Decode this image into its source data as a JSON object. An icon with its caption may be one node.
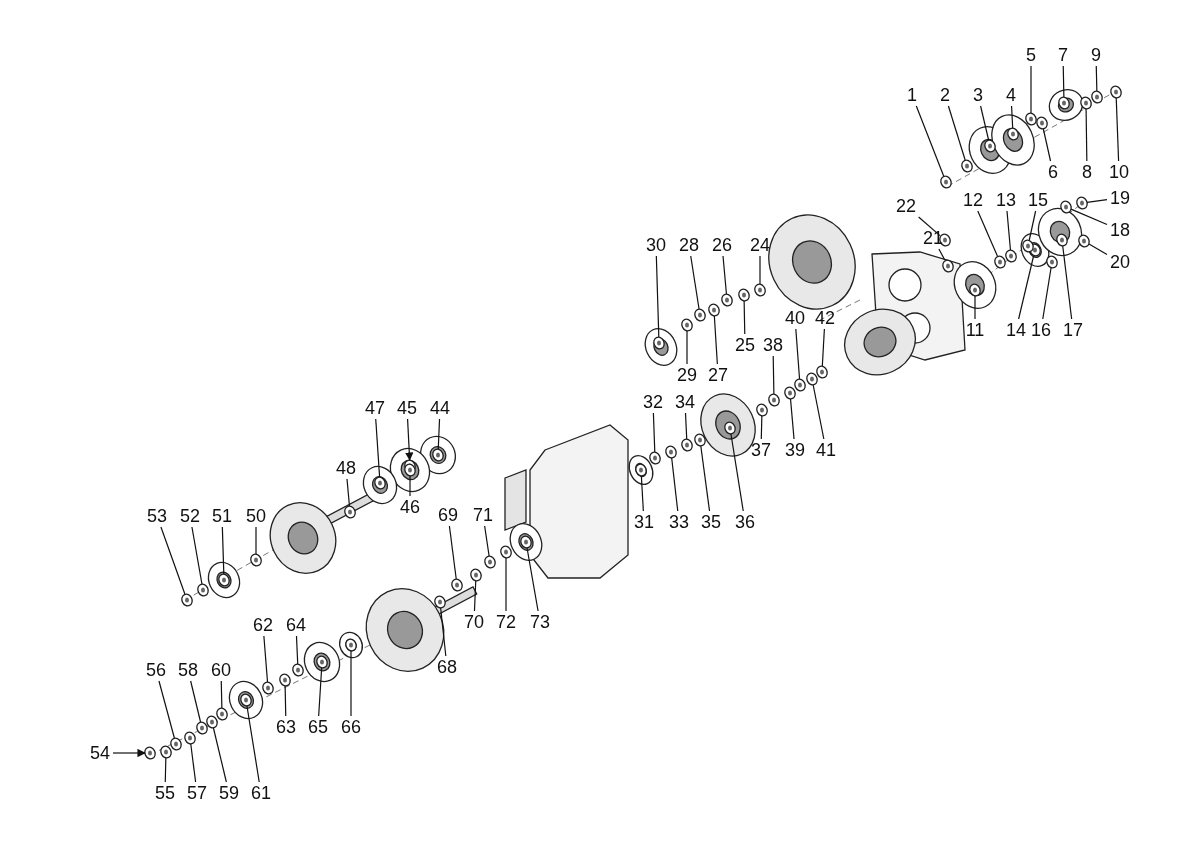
{
  "diagram": {
    "nodes": [
      {
        "text": [
          "1"
        ]
      },
      {
        "text": [
          "2"
        ]
      },
      {
        "text": [
          "3"
        ]
      },
      {
        "text": [
          "4"
        ]
      },
      {
        "text": [
          "5"
        ]
      },
      {
        "text": [
          "6"
        ]
      },
      {
        "text": [
          "7"
        ]
      },
      {
        "text": [
          "8"
        ]
      },
      {
        "text": [
          "9"
        ]
      },
      {
        "text": [
          "10"
        ]
      },
      {
        "text": [
          "11"
        ]
      },
      {
        "text": [
          "12"
        ]
      },
      {
        "text": [
          "13"
        ]
      },
      {
        "text": [
          "14"
        ]
      },
      {
        "text": [
          "15"
        ]
      },
      {
        "text": [
          "16"
        ]
      },
      {
        "text": [
          "17"
        ]
      },
      {
        "text": [
          "18"
        ]
      },
      {
        "text": [
          "19"
        ]
      },
      {
        "text": [
          "20"
        ]
      },
      {
        "text": [
          "21"
        ]
      },
      {
        "text": [
          "22"
        ]
      },
      {
        "text": [
          "24"
        ]
      },
      {
        "text": [
          "25"
        ]
      },
      {
        "text": [
          "26"
        ]
      },
      {
        "text": [
          "27"
        ]
      },
      {
        "text": [
          "28"
        ]
      },
      {
        "text": [
          "29"
        ]
      },
      {
        "text": [
          "30"
        ]
      },
      {
        "text": [
          "31"
        ]
      },
      {
        "text": [
          "32"
        ]
      },
      {
        "text": [
          "33"
        ]
      },
      {
        "text": [
          "34"
        ]
      },
      {
        "text": [
          "35"
        ]
      },
      {
        "text": [
          "36"
        ]
      },
      {
        "text": [
          "37"
        ]
      },
      {
        "text": [
          "38"
        ]
      },
      {
        "text": [
          "39"
        ]
      },
      {
        "text": [
          "40"
        ]
      },
      {
        "text": [
          "41"
        ]
      },
      {
        "text": [
          "42"
        ]
      },
      {
        "text": [
          "44"
        ]
      },
      {
        "text": [
          "45"
        ]
      },
      {
        "text": [
          "46"
        ]
      },
      {
        "text": [
          "47"
        ]
      },
      {
        "text": [
          "48"
        ]
      },
      {
        "text": [
          "50"
        ]
      },
      {
        "text": [
          "51"
        ]
      },
      {
        "text": [
          "52"
        ]
      },
      {
        "text": [
          "53"
        ]
      },
      {
        "text": [
          "54"
        ]
      },
      {
        "text": [
          "55"
        ]
      },
      {
        "text": [
          "56"
        ]
      },
      {
        "text": [
          "57"
        ]
      },
      {
        "text": [
          "58"
        ]
      },
      {
        "text": [
          "59"
        ]
      },
      {
        "text": [
          "60"
        ]
      },
      {
        "text": [
          "61"
        ]
      },
      {
        "text": [
          "62"
        ]
      },
      {
        "text": [
          "63"
        ]
      },
      {
        "text": [
          "64"
        ]
      },
      {
        "text": [
          "65"
        ]
      },
      {
        "text": [
          "66"
        ]
      },
      {
        "text": [
          "68"
        ]
      },
      {
        "text": [
          "69"
        ]
      },
      {
        "text": [
          "70"
        ]
      },
      {
        "text": [
          "71"
        ]
      },
      {
        "text": [
          "72"
        ]
      },
      {
        "text": [
          "73"
        ]
      },
      {
        "text": [],
        "shape": "picture"
      },
      {
        "text": [],
        "shape": "picture"
      },
      {
        "text": [],
        "shape": "picture"
      },
      {
        "text": [],
        "shape": "picture"
      },
      {
        "text": [],
        "shape": "picture"
      },
      {
        "text": [],
        "shape": "picture"
      },
      {
        "text": [],
        "shape": "picture"
      },
      {
        "text": [],
        "shape": "picture"
      },
      {
        "text": [],
        "shape": "picture"
      },
      {
        "text": [],
        "shape": "picture"
      },
      {
        "text": [],
        "shape": "picture"
      },
      {
        "text": [],
        "shape": "picture"
      },
      {
        "text": [],
        "shape": "picture"
      },
      {
        "text": [],
        "shape": "picture"
      },
      {
        "text": [],
        "shape": "picture"
      },
      {
        "text": [],
        "shape": "picture"
      },
      {
        "text": [],
        "shape": "picture"
      },
      {
        "text": [],
        "shape": "picture"
      },
      {
        "text": [],
        "shape": "picture"
      },
      {
        "text": [],
        "shape": "picture"
      },
      {
        "text": [],
        "shape": "picture"
      },
      {
        "text": [],
        "shape": "picture"
      },
      {
        "text": [],
        "shape": "picture"
      },
      {
        "text": [],
        "shape": "picture"
      },
      {
        "text": [],
        "shape": "picture"
      },
      {
        "text": [],
        "shape": "picture"
      },
      {
        "text": [],
        "shape": "picture"
      },
      {
        "text": [],
        "shape": "picture"
      },
      {
        "text": [],
        "shape": "picture"
      },
      {
        "text": [],
        "shape": "picture"
      },
      {
        "text": [],
        "shape": "picture"
      },
      {
        "text": [],
        "shape": "picture"
      },
      {
        "text": [],
        "shape": "picture"
      },
      {
        "text": [],
        "shape": "picture"
      },
      {
        "text": [],
        "shape": "picture"
      },
      {
        "text": [],
        "shape": "picture"
      },
      {
        "text": [],
        "shape": "picture"
      },
      {
        "text": [],
        "shape": "picture"
      },
      {
        "text": [],
        "shape": "picture"
      },
      {
        "text": [],
        "shape": "picture"
      },
      {
        "text": [],
        "shape": "picture"
      },
      {
        "text": [],
        "shape": "picture"
      },
      {
        "text": [],
        "shape": "picture"
      },
      {
        "text": [],
        "shape": "picture"
      },
      {
        "text": [],
        "shape": "picture"
      },
      {
        "text": [],
        "shape": "picture"
      },
      {
        "text": [],
        "shape": "picture"
      },
      {
        "text": [],
        "shape": "picture"
      },
      {
        "text": [],
        "shape": "picture"
      },
      {
        "text": [],
        "shape": "picture"
      },
      {
        "text": [],
        "shape": "picture"
      },
      {
        "text": [],
        "shape": "picture"
      },
      {
        "text": [],
        "shape": "picture"
      },
      {
        "text": [],
        "shape": "picture"
      },
      {
        "text": [],
        "shape": "picture"
      },
      {
        "text": [],
        "shape": "picture"
      },
      {
        "text": [],
        "shape": "picture"
      },
      {
        "text": [],
        "shape": "picture"
      },
      {
        "text": [],
        "shape": "picture"
      },
      {
        "text": [],
        "shape": "picture"
      },
      {
        "text": [],
        "shape": "picture"
      },
      {
        "text": [],
        "shape": "picture"
      },
      {
        "text": [],
        "shape": "picture"
      },
      {
        "text": [],
        "shape": "picture"
      },
      {
        "text": [],
        "shape": "picture"
      },
      {
        "text": [],
        "shape": "picture"
      },
      {
        "text": [],
        "shape": "picture"
      },
      {
        "text": [],
        "shape": "picture"
      },
      {
        "text": [],
        "shape": "picture"
      }
    ],
    "edges": [
      {
        "from": 0,
        "to": 69,
        "arrow": "none"
      },
      {
        "from": 1,
        "to": 70,
        "arrow": "none"
      },
      {
        "from": 2,
        "to": 71,
        "arrow": "none"
      },
      {
        "from": 3,
        "to": 72,
        "arrow": "none"
      },
      {
        "from": 4,
        "to": 73,
        "arrow": "none"
      },
      {
        "from": 5,
        "to": 74,
        "arrow": "none"
      },
      {
        "from": 6,
        "to": 75,
        "arrow": "none"
      },
      {
        "from": 7,
        "to": 76,
        "arrow": "none"
      },
      {
        "from": 8,
        "to": 77,
        "arrow": "none"
      },
      {
        "from": 9,
        "to": 78,
        "arrow": "none"
      },
      {
        "from": 10,
        "to": 79,
        "arrow": "none"
      },
      {
        "from": 11,
        "to": 80,
        "arrow": "none"
      },
      {
        "from": 12,
        "to": 81,
        "arrow": "none"
      },
      {
        "from": 13,
        "to": 82,
        "arrow": "none"
      },
      {
        "from": 14,
        "to": 83,
        "arrow": "none"
      },
      {
        "from": 15,
        "to": 84,
        "arrow": "none"
      },
      {
        "from": 16,
        "to": 85,
        "arrow": "none"
      },
      {
        "from": 17,
        "to": 86,
        "arrow": "none"
      },
      {
        "from": 18,
        "to": 87,
        "arrow": "none"
      },
      {
        "from": 19,
        "to": 88,
        "arrow": "none"
      },
      {
        "from": 20,
        "to": 89,
        "arrow": "none"
      },
      {
        "from": 21,
        "to": 90,
        "arrow": "none"
      },
      {
        "from": 22,
        "to": 91,
        "arrow": "none"
      },
      {
        "from": 23,
        "to": 92,
        "arrow": "none"
      },
      {
        "from": 24,
        "to": 93,
        "arrow": "none"
      },
      {
        "from": 25,
        "to": 94,
        "arrow": "none"
      },
      {
        "from": 26,
        "to": 95,
        "arrow": "none"
      },
      {
        "from": 27,
        "to": 96,
        "arrow": "none"
      },
      {
        "from": 28,
        "to": 97,
        "arrow": "none"
      },
      {
        "from": 29,
        "to": 98,
        "arrow": "none"
      },
      {
        "from": 30,
        "to": 99,
        "arrow": "none"
      },
      {
        "from": 31,
        "to": 100,
        "arrow": "none"
      },
      {
        "from": 32,
        "to": 101,
        "arrow": "none"
      },
      {
        "from": 33,
        "to": 102,
        "arrow": "none"
      },
      {
        "from": 34,
        "to": 103,
        "arrow": "none"
      },
      {
        "from": 35,
        "to": 104,
        "arrow": "none"
      },
      {
        "from": 36,
        "to": 105,
        "arrow": "none"
      },
      {
        "from": 37,
        "to": 106,
        "arrow": "none"
      },
      {
        "from": 38,
        "to": 107,
        "arrow": "none"
      },
      {
        "from": 39,
        "to": 108,
        "arrow": "none"
      },
      {
        "from": 40,
        "to": 109,
        "arrow": "none"
      },
      {
        "from": 41,
        "to": 110,
        "arrow": "none"
      },
      {
        "from": 42,
        "to": 111,
        "arrow": "to"
      },
      {
        "from": 43,
        "to": 112,
        "arrow": "none"
      },
      {
        "from": 44,
        "to": 113,
        "arrow": "none"
      },
      {
        "from": 45,
        "to": 114,
        "arrow": "none"
      },
      {
        "from": 46,
        "to": 115,
        "arrow": "none"
      },
      {
        "from": 47,
        "to": 116,
        "arrow": "none"
      },
      {
        "from": 48,
        "to": 117,
        "arrow": "none"
      },
      {
        "from": 49,
        "to": 118,
        "arrow": "none"
      },
      {
        "from": 50,
        "to": 119,
        "arrow": "to"
      },
      {
        "from": 51,
        "to": 120,
        "arrow": "none"
      },
      {
        "from": 52,
        "to": 121,
        "arrow": "none"
      },
      {
        "from": 53,
        "to": 122,
        "arrow": "none"
      },
      {
        "from": 54,
        "to": 123,
        "arrow": "none"
      },
      {
        "from": 55,
        "to": 124,
        "arrow": "none"
      },
      {
        "from": 56,
        "to": 125,
        "arrow": "none"
      },
      {
        "from": 57,
        "to": 126,
        "arrow": "none"
      },
      {
        "from": 58,
        "to": 127,
        "arrow": "none"
      },
      {
        "from": 59,
        "to": 128,
        "arrow": "none"
      },
      {
        "from": 60,
        "to": 129,
        "arrow": "none"
      },
      {
        "from": 61,
        "to": 130,
        "arrow": "none"
      },
      {
        "from": 62,
        "to": 131,
        "arrow": "none"
      },
      {
        "from": 63,
        "to": 132,
        "arrow": "none"
      },
      {
        "from": 64,
        "to": 133,
        "arrow": "none"
      },
      {
        "from": 65,
        "to": 134,
        "arrow": "none"
      },
      {
        "from": 66,
        "to": 135,
        "arrow": "none"
      },
      {
        "from": 67,
        "to": 136,
        "arrow": "none"
      },
      {
        "from": 68,
        "to": 137,
        "arrow": "none"
      }
    ]
  }
}
